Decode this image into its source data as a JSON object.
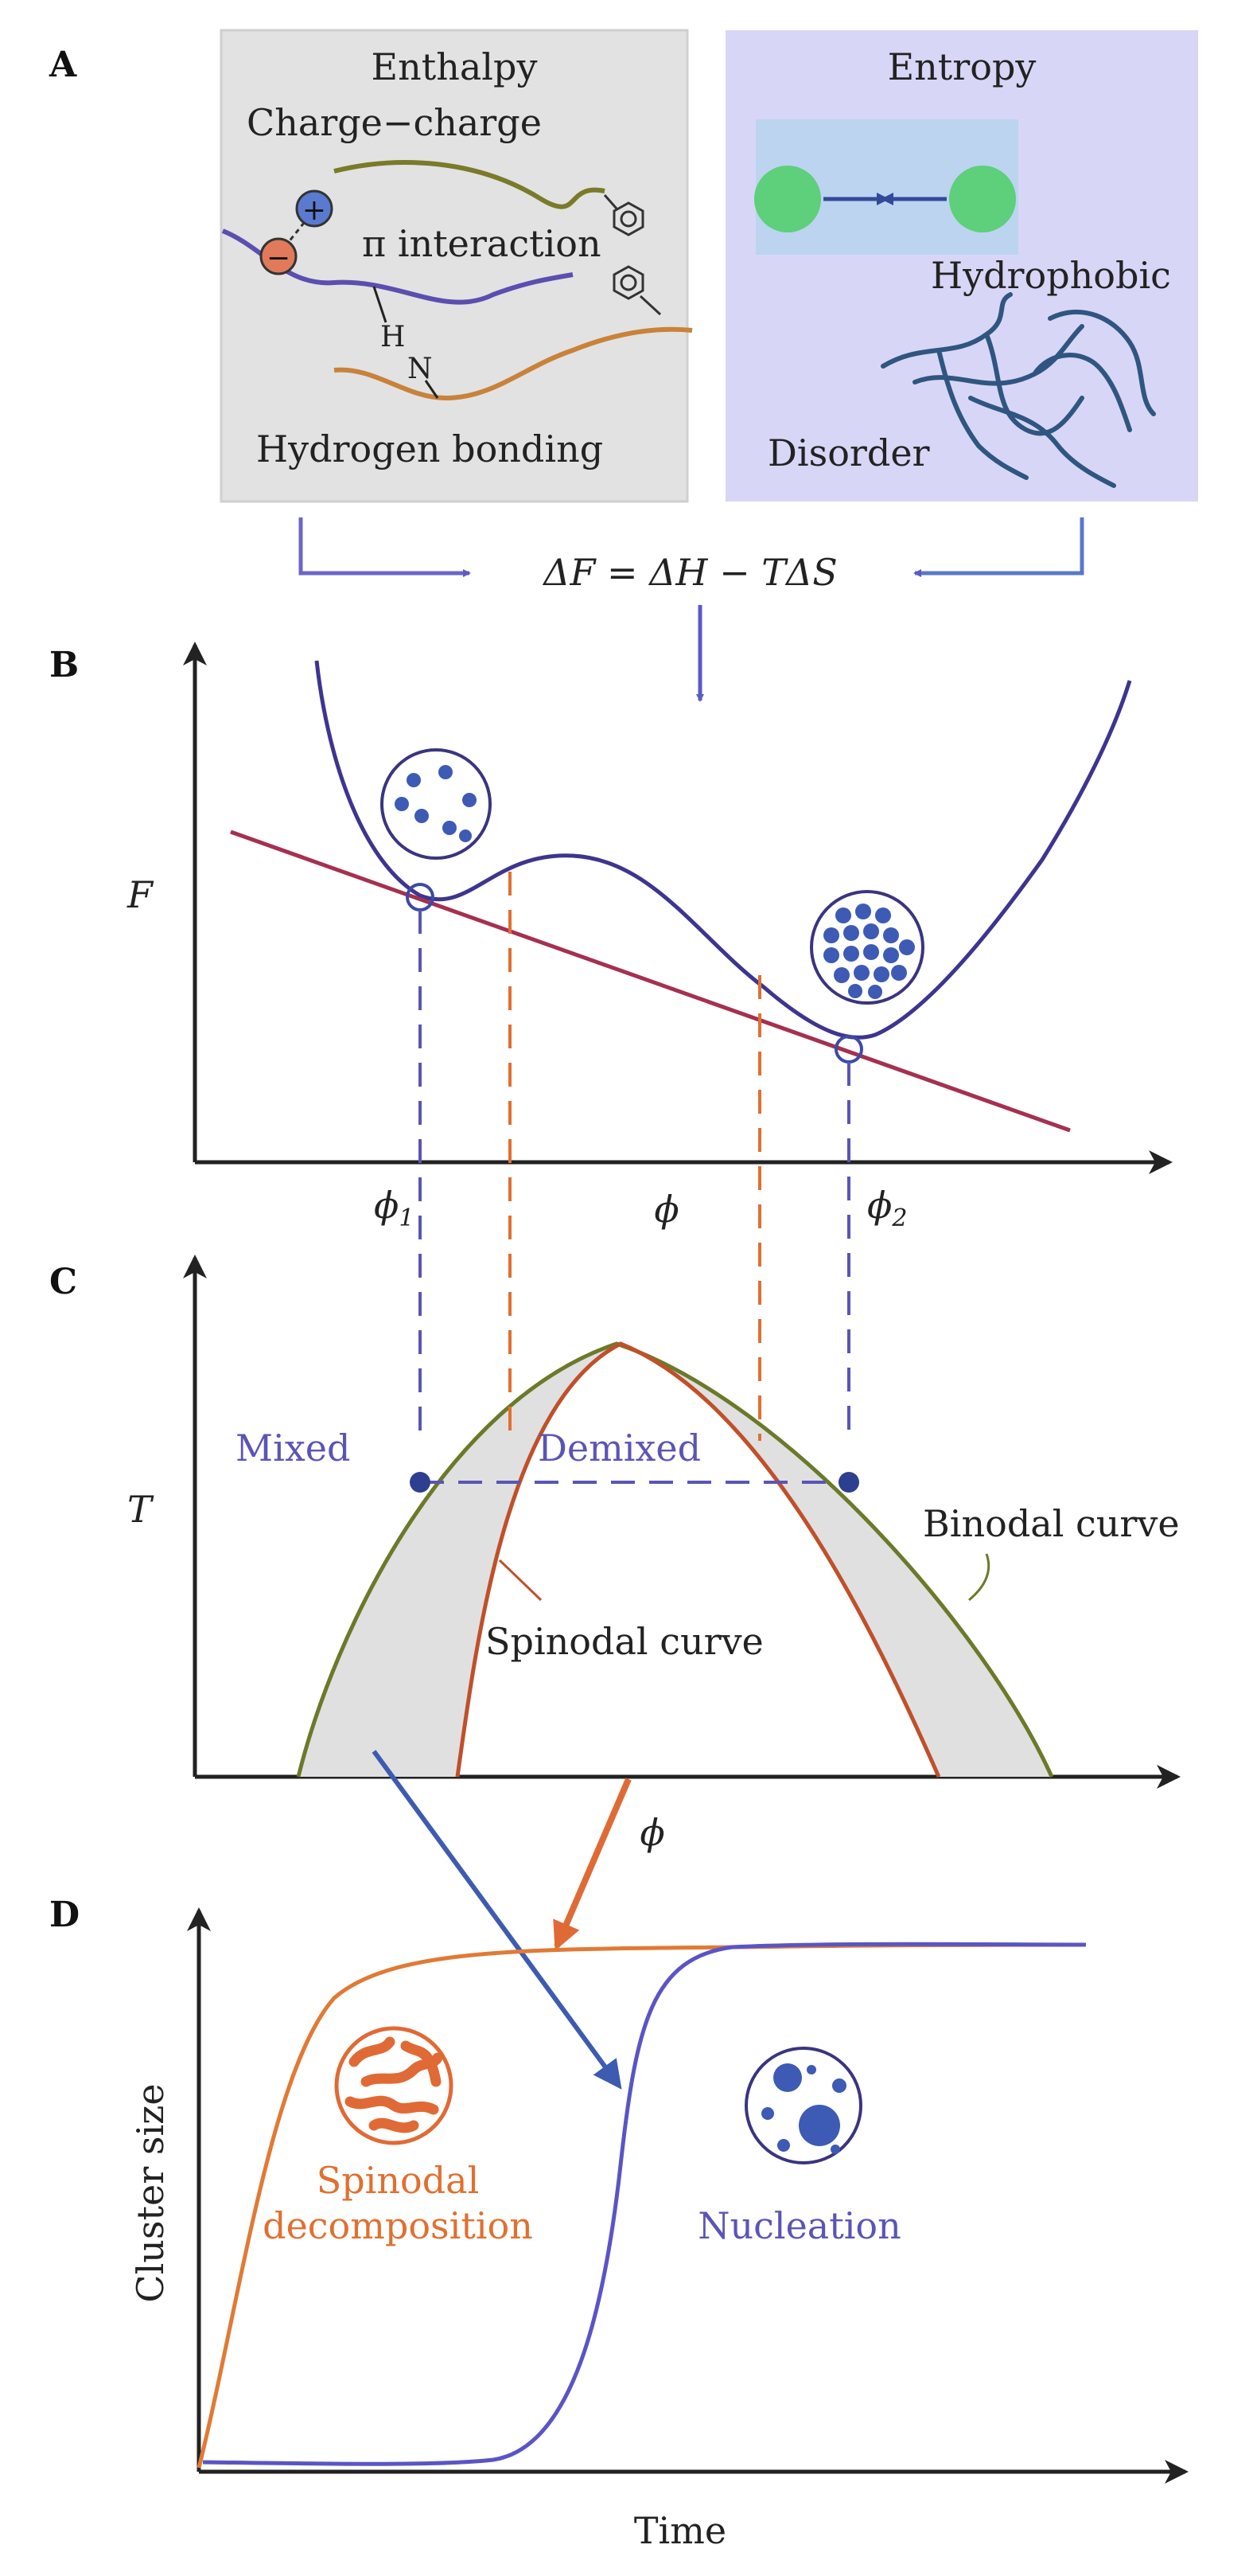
{
  "panels": {
    "a": "A",
    "b": "B",
    "c": "C",
    "d": "D"
  },
  "enthalpy": {
    "title": "Enthalpy",
    "charge": "Charge−charge",
    "pi": "π interaction",
    "hbond": "Hydrogen bonding",
    "h_atom": "H",
    "n_atom": "N",
    "plus": "+",
    "minus": "−"
  },
  "entropy": {
    "title": "Entropy",
    "hydrophobic": "Hydrophobic",
    "disorder": "Disorder"
  },
  "equation": "ΔF = ΔH − TΔS",
  "panel_b": {
    "ylabel": "F",
    "xlabel": "ϕ",
    "phi1": "ϕ",
    "phi1_sub": "1",
    "phi2": "ϕ",
    "phi2_sub": "2"
  },
  "panel_c": {
    "ylabel": "T",
    "xlabel": "ϕ",
    "mixed": "Mixed",
    "demixed": "Demixed",
    "binodal": "Binodal curve",
    "spinodal": "Spinodal curve"
  },
  "panel_d": {
    "ylabel": "Cluster size",
    "xlabel": "Time",
    "spinodal_line1": "Spinodal",
    "spinodal_line2": "decomposition",
    "nucleation": "Nucleation"
  },
  "colors": {
    "purple": "#4a3f9a",
    "blue_marker": "#2d3f8f",
    "orange": "#e07030",
    "crimson": "#a0304a",
    "olive": "#6b7a2a",
    "entropy_bg": "#d8d6f6",
    "enthalpy_bg": "#e2e2e2"
  }
}
